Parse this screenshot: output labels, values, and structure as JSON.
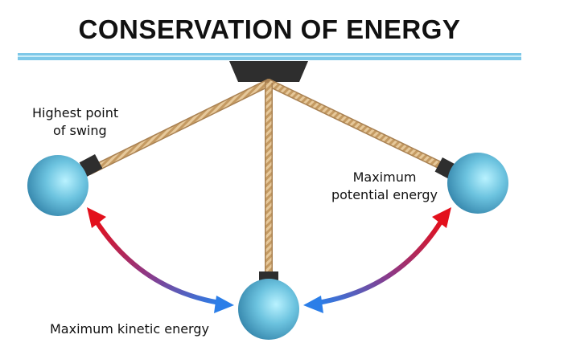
{
  "title": "CONSERVATION OF ENERGY",
  "labels": {
    "highest_line1": "Highest point",
    "highest_line2": "of swing",
    "potential_line1": "Maximum",
    "potential_line2": "potential energy",
    "kinetic": "Maximum kinetic energy"
  },
  "colors": {
    "ceiling": "#7ec8e8",
    "rope": "#d9b98a",
    "bob": "#5fb7d6",
    "arrow_red": "#e3101c",
    "arrow_blue": "#2b7ee8",
    "mount": "#2e2e2e"
  }
}
